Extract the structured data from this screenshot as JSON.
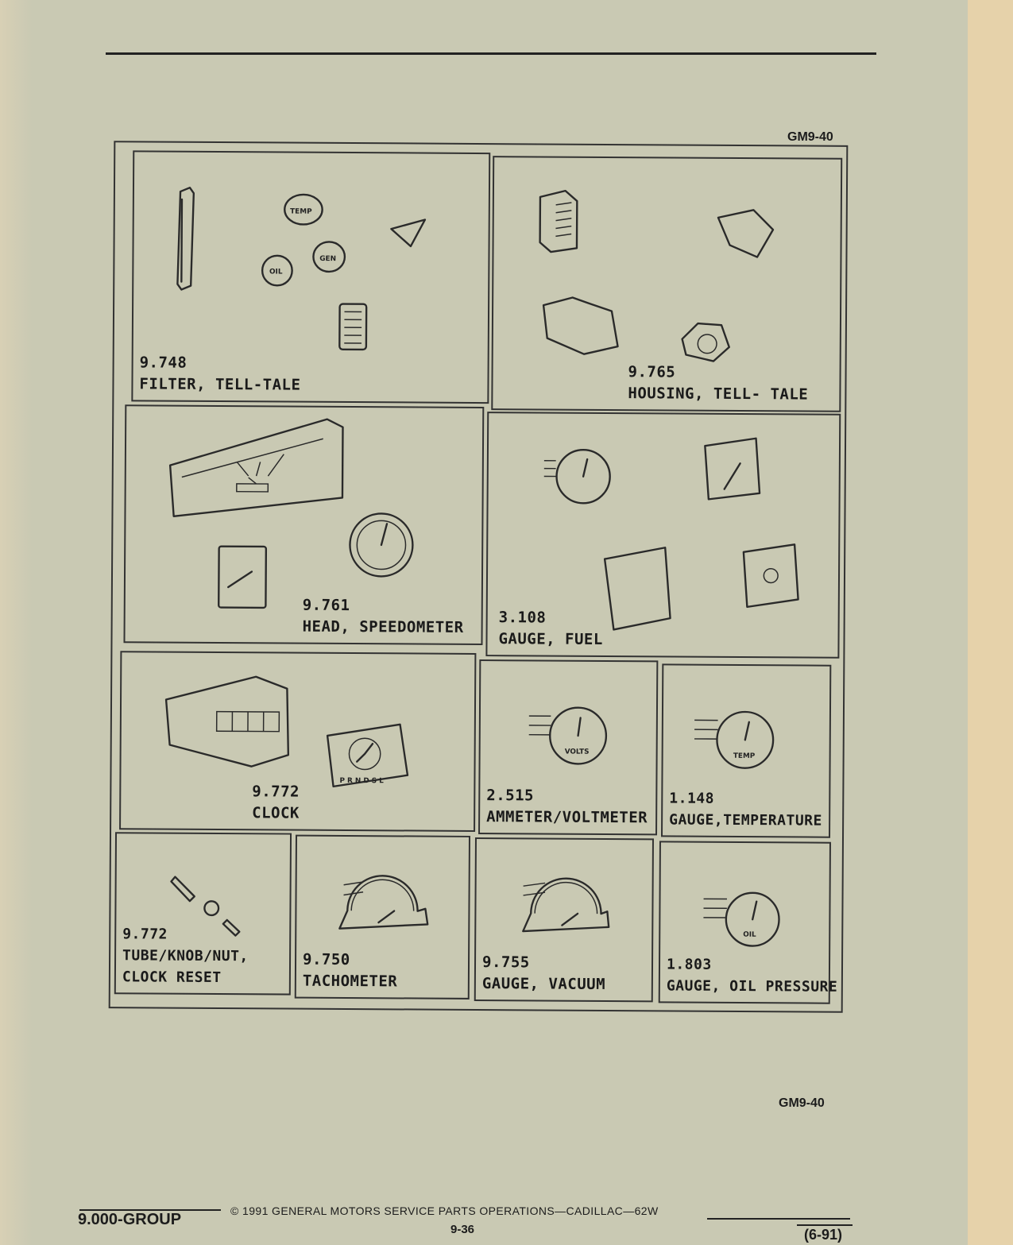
{
  "header": {
    "code_top": "GM9-40",
    "code_bottom": "GM9-40"
  },
  "cells": [
    {
      "number": "9.748",
      "name": "FILTER,  TELL-TALE"
    },
    {
      "number": "9.765",
      "name": "HOUSING, TELL- TALE"
    },
    {
      "number": "9.761",
      "name": "HEAD, SPEEDOMETER"
    },
    {
      "number": "3.108",
      "name": "GAUGE, FUEL"
    },
    {
      "number": "9.772",
      "name": "CLOCK"
    },
    {
      "number": "2.515",
      "name": "AMMETER/VOLTMETER"
    },
    {
      "number": "1.148",
      "name": "GAUGE,TEMPERATURE"
    },
    {
      "number": "9.772",
      "name": "TUBE/KNOB/NUT,",
      "name2": "CLOCK RESET"
    },
    {
      "number": "9.750",
      "name": "TACHOMETER"
    },
    {
      "number": "9.755",
      "name": "GAUGE, VACUUM"
    },
    {
      "number": "1.803",
      "name": "GAUGE, OIL PRESSURE"
    }
  ],
  "icon_text": {
    "temp": "TEMP",
    "oil": "OIL",
    "gen": "GEN",
    "volts": "VOLTS",
    "prndsl": "P R N D S L"
  },
  "footer": {
    "group": "9.000-GROUP",
    "copyright": "©  1991  GENERAL MOTORS SERVICE PARTS OPERATIONS—CADILLAC—62W",
    "page": "9-36",
    "date": "(6-91)"
  }
}
